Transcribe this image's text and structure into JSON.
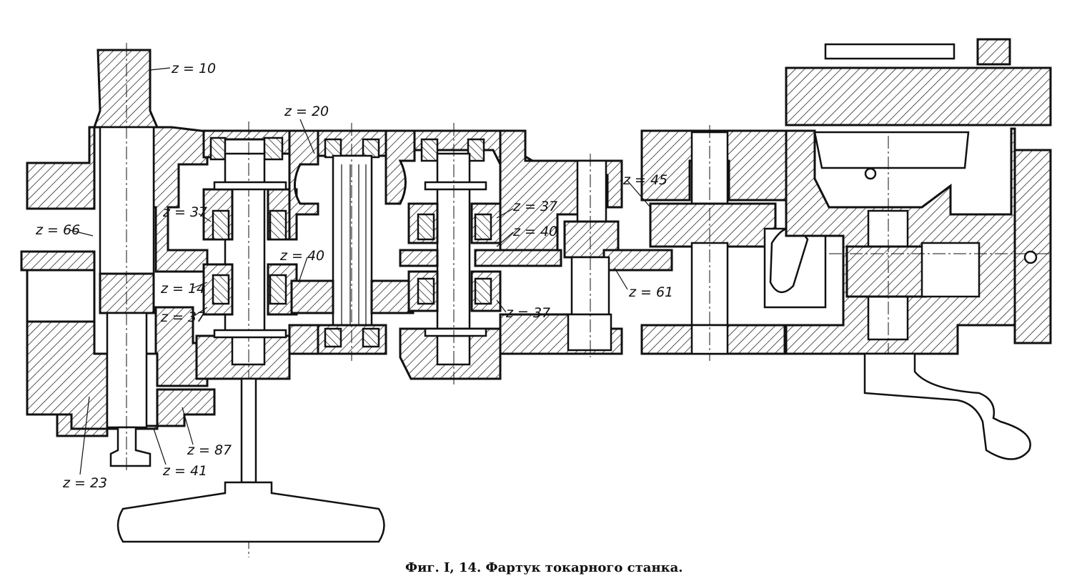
{
  "figure": {
    "caption": "Фиг. I, 14. Фартук токарного станка.",
    "gear_labels": {
      "z10": "z = 10",
      "z20": "z = 20",
      "z66": "z = 66",
      "z37a": "z = 37",
      "z14": "z = 14",
      "z37b": "z = 37",
      "z40a": "z = 40",
      "z37c": "z = 37",
      "z40b": "z = 40",
      "z37d": "z = 37",
      "z45": "z = 45",
      "z61": "z = 61",
      "z87": "z = 87",
      "z41": "z = 41",
      "z23": "z = 23"
    }
  }
}
